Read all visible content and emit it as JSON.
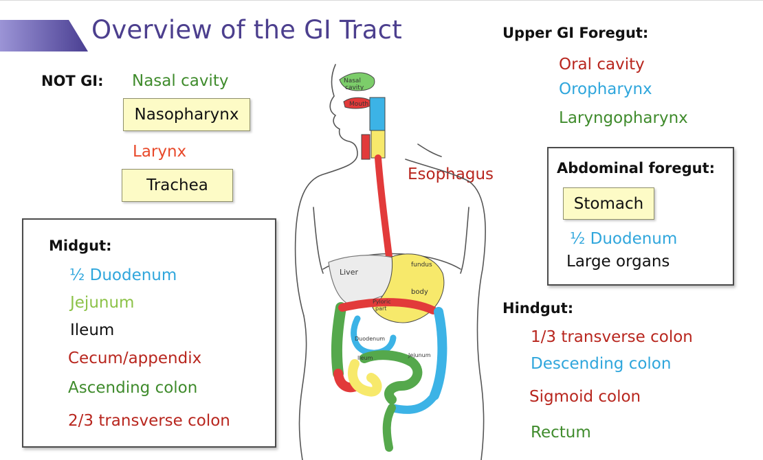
{
  "title": "Overview of the GI Tract",
  "not_gi": {
    "heading": "NOT GI:",
    "items": [
      "Nasal cavity",
      "Nasopharynx",
      "Larynx",
      "Trachea"
    ]
  },
  "upper_gi_foregut": {
    "heading": "Upper GI Foregut:",
    "items": [
      "Oral cavity",
      "Oropharynx",
      "Laryngopharynx"
    ]
  },
  "esophagus_label": "Esophagus",
  "abdominal_foregut": {
    "heading": "Abdominal foregut:",
    "items": [
      "Stomach",
      "½ Duodenum",
      "Large organs"
    ]
  },
  "midgut": {
    "heading": "Midgut:",
    "items": [
      "½ Duodenum",
      "Jejunum",
      "Ileum",
      "Cecum/appendix",
      "Ascending colon",
      "2/3 transverse colon"
    ]
  },
  "hindgut": {
    "heading": "Hindgut:",
    "items": [
      "1/3 transverse colon",
      "Descending colon",
      "Sigmoid colon",
      "Rectum"
    ]
  },
  "diagram_labels": {
    "nasal": "Nasal",
    "cavity": "cavity",
    "mouth": "Mouth",
    "liver": "Liver",
    "fundus": "fundus",
    "body": "body",
    "pyloric": "Pyloric",
    "part": "part",
    "duodenum": "Duodenum",
    "jejunum": "Jejunum",
    "ileum": "Ileum"
  },
  "colors": {
    "title": "#4c3f8e",
    "red": "#b8261e",
    "blue": "#2fa6dc",
    "green": "#3f8b2c",
    "light_green": "#8cc248",
    "highlight_box": "#fdfbc6"
  }
}
